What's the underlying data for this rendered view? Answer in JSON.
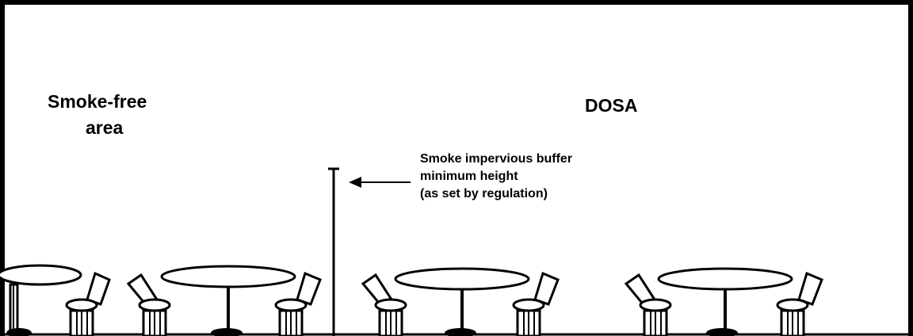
{
  "labels": {
    "smoke_free_line1": "Smoke-free",
    "smoke_free_line2": "area",
    "dosa": "DOSA"
  },
  "buffer_note": {
    "line1": "Smoke impervious buffer",
    "line2": "minimum height",
    "line3": "(as set by regulation)"
  },
  "colors": {
    "ink": "#000000",
    "background": "#ffffff"
  }
}
